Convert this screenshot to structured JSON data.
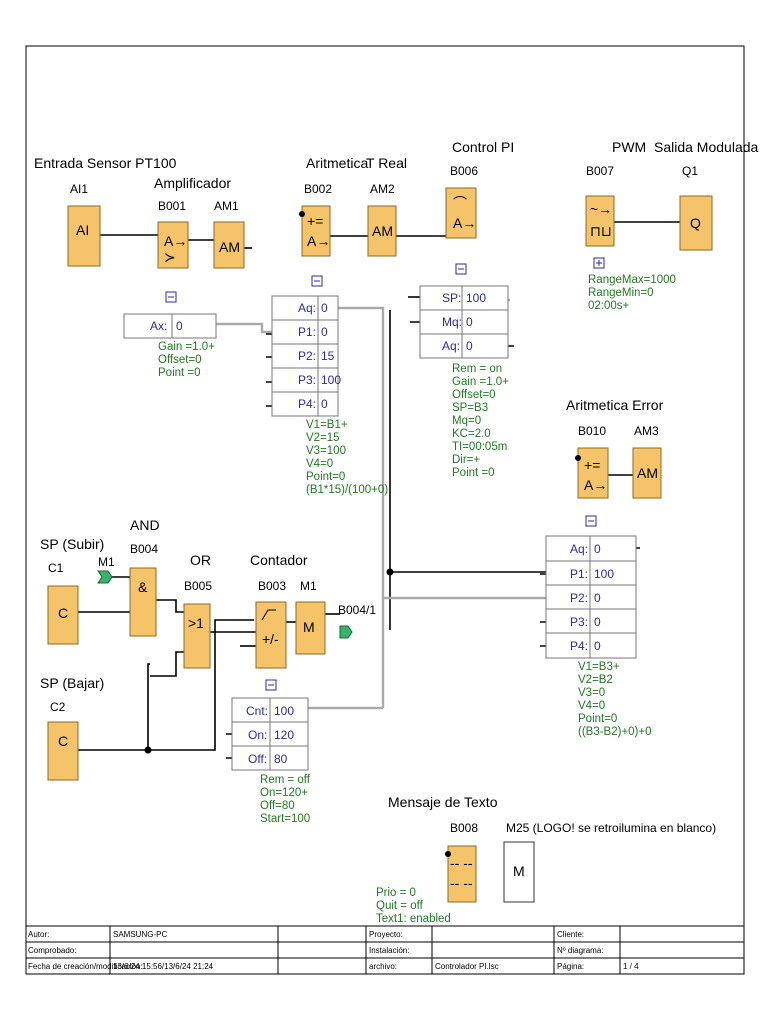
{
  "title_labels": {
    "entrada_sensor": "Entrada Sensor PT100",
    "amplificador": "Amplificador",
    "aritmetica": "Aritmetica",
    "t_real": "T Real",
    "control_pi": "Control PI",
    "pwm": "PWM",
    "salida_modulada": "Salida Modulada",
    "aritmetica_error": "Aritmetica Error",
    "and": "AND",
    "sp_subir": "SP (Subir)",
    "or": "OR",
    "contador": "Contador",
    "sp_bajar": "SP (Bajar)",
    "mensaje_texto": "Mensaje de Texto",
    "m25": "M25 (LOGO! se retroilumina en blanco)"
  },
  "blocks": {
    "ai1": {
      "id": "AI1",
      "sym": "AI"
    },
    "b001": {
      "id": "B001",
      "sym1": "A→",
      "sym2": "≻"
    },
    "am1": {
      "id": "AM1",
      "sym": "AM"
    },
    "b002": {
      "id": "B002",
      "sym1": "+=",
      "sym2": "A→"
    },
    "am2": {
      "id": "AM2",
      "sym": "AM"
    },
    "b006": {
      "id": "B006",
      "sym1": "⌒",
      "sym2": "A→"
    },
    "b007": {
      "id": "B007",
      "sym1": "~→",
      "sym2": "⊓⊔"
    },
    "q1": {
      "id": "Q1",
      "sym": "Q"
    },
    "b010": {
      "id": "B010",
      "sym1": "+=",
      "sym2": "A→"
    },
    "am3": {
      "id": "AM3",
      "sym": "AM"
    },
    "c1": {
      "id": "C1",
      "sym": "C"
    },
    "m1flag": {
      "id": "M1"
    },
    "b004": {
      "id": "B004",
      "sym": "&"
    },
    "b005": {
      "id": "B005",
      "sym": ">1"
    },
    "b003": {
      "id": "B003",
      "sym": "+/-"
    },
    "m1": {
      "id": "M1",
      "sym": "M"
    },
    "b004ref": {
      "id": "B004/1"
    },
    "c2": {
      "id": "C2",
      "sym": "C"
    },
    "b008": {
      "id": "B008",
      "sym": "-- --"
    },
    "m25": {
      "sym": "M"
    }
  },
  "params": {
    "b001": {
      "rows": [
        {
          "name": "Ax:",
          "val": "0"
        }
      ],
      "info": [
        "Gain =1.0+",
        "Offset=0",
        "Point =0"
      ]
    },
    "b002": {
      "rows": [
        {
          "name": "Aq:",
          "val": "0"
        },
        {
          "name": "P1:",
          "val": "0"
        },
        {
          "name": "P2:",
          "val": "15"
        },
        {
          "name": "P3:",
          "val": "100"
        },
        {
          "name": "P4:",
          "val": "0"
        }
      ],
      "info": [
        "V1=B1+",
        "V2=15",
        "V3=100",
        "V4=0",
        "Point=0",
        "(B1*15)/(100+0)"
      ]
    },
    "b006": {
      "rows": [
        {
          "name": "SP:",
          "val": "100"
        },
        {
          "name": "Mq:",
          "val": "0"
        },
        {
          "name": "Aq:",
          "val": "0"
        }
      ],
      "info": [
        "Rem = on",
        "Gain =1.0+",
        "Offset=0",
        "SP=B3",
        "Mq=0",
        "KC=2.0",
        "TI=00:05m",
        "Dir=+",
        "Point =0"
      ]
    },
    "b007": {
      "info": [
        "RangeMax=1000",
        "RangeMin=0",
        "02:00s+"
      ]
    },
    "b010": {
      "rows": [
        {
          "name": "Aq:",
          "val": "0"
        },
        {
          "name": "P1:",
          "val": "100"
        },
        {
          "name": "P2:",
          "val": "0"
        },
        {
          "name": "P3:",
          "val": "0"
        },
        {
          "name": "P4:",
          "val": "0"
        }
      ],
      "info": [
        "V1=B3+",
        "V2=B2",
        "V3=0",
        "V4=0",
        "Point=0",
        "((B3-B2)+0)+0"
      ]
    },
    "b003": {
      "rows": [
        {
          "name": "Cnt:",
          "val": "100"
        },
        {
          "name": "On:",
          "val": "120"
        },
        {
          "name": "Off:",
          "val": "80"
        }
      ],
      "info": [
        "Rem = off",
        "On=120+",
        "Off=80",
        "Start=100"
      ]
    },
    "b008": {
      "info": [
        "Prio = 0",
        "Quit = off",
        "Text1: enabled"
      ]
    }
  },
  "titleblock": {
    "autor_label": "Autor:",
    "autor_val": "SAMSUNG-PC",
    "comprobado_label": "Comprobado:",
    "fecha_label": "Fecha de creación/modificación:",
    "fecha_val": "13/6/24 15:56/13/6/24 21:24",
    "proyecto_label": "Proyecto:",
    "instalacion_label": "Instalación:",
    "archivo_label": "archivo:",
    "archivo_val": "Controlador PI.lsc",
    "cliente_label": "Cliente:",
    "diagrama_label": "Nº diagrama:",
    "pagina_label": "Página:",
    "pagina_val": "1 / 4"
  },
  "colors": {
    "block": "#f5c46a",
    "param_text": "#2a2aa8",
    "info_text": "#1f7a1f"
  }
}
